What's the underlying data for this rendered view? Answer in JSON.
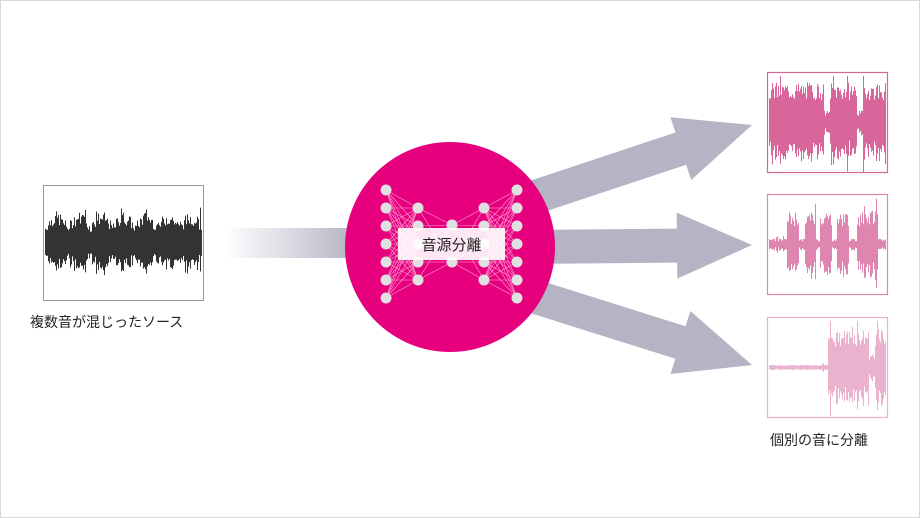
{
  "source_label": "複数音が混じったソース",
  "process_label": "音源分離",
  "output_label": "個別の音に分離",
  "colors": {
    "circle": "#e6007e",
    "arrow": "#b4b4c4",
    "source_wave": "#333333",
    "output_waves": [
      "#d9669b",
      "#de85b0",
      "#ebb2cd"
    ]
  }
}
